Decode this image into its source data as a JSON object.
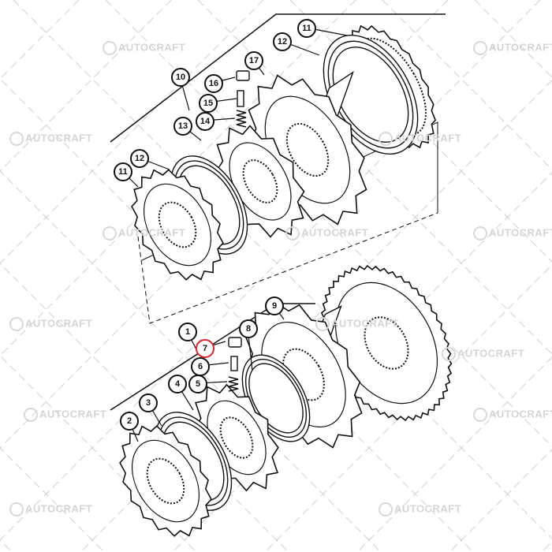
{
  "watermark": "AUTOCRAFT",
  "highlight_color": "#d9242a",
  "callouts": [
    {
      "label": "11"
    },
    {
      "label": "12"
    },
    {
      "label": "17"
    },
    {
      "label": "10"
    },
    {
      "label": "16"
    },
    {
      "label": "15"
    },
    {
      "label": "14"
    },
    {
      "label": "13"
    },
    {
      "label": "12"
    },
    {
      "label": "11"
    },
    {
      "label": "1"
    },
    {
      "label": "9"
    },
    {
      "label": "8"
    },
    {
      "label": "7",
      "highlighted": true
    },
    {
      "label": "6"
    },
    {
      "label": "5"
    },
    {
      "label": "4"
    },
    {
      "label": "3"
    },
    {
      "label": "2"
    }
  ]
}
